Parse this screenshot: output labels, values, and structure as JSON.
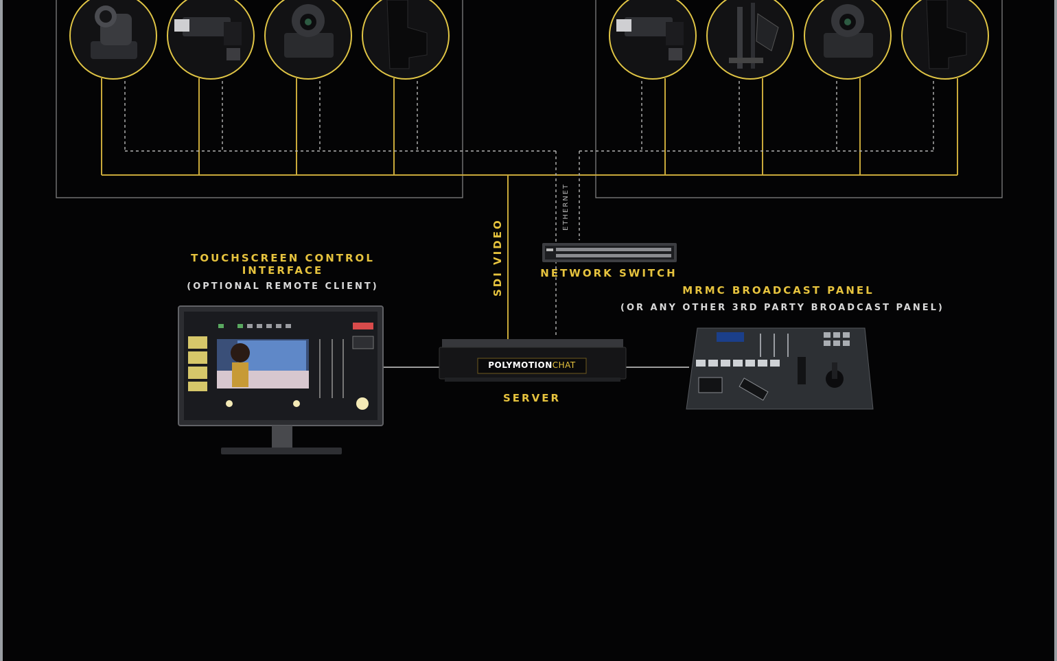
{
  "diagram": {
    "labels": {
      "touchscreen_title": "TOUCHSCREEN CONTROL INTERFACE",
      "touchscreen_subtitle": "(OPTIONAL REMOTE CLIENT)",
      "network_switch": "NETWORK SWITCH",
      "mrmc_panel_title": "MRMC BROADCAST PANEL",
      "mrmc_panel_subtitle": "(OR ANY OTHER 3RD PARTY BROADCAST PANEL)",
      "server": "SERVER",
      "server_brand_bold": "POLYMOTION",
      "server_brand_accent": "CHAT",
      "sdi_video": "SDI VIDEO",
      "ethernet": "ETHERNET"
    },
    "left_group_devices": [
      "ptz-camera-black",
      "robotic-head-camera",
      "sony-ptz-camera",
      "camera-silhouette"
    ],
    "right_group_devices": [
      "robotic-head-camera",
      "teleprompter-rig",
      "sony-ptz-camera",
      "camera-silhouette"
    ],
    "colors": {
      "background": "#040405",
      "accent_gold": "#e6c33e",
      "line_gold": "#c9a93a",
      "box_outline": "#8a8a8a",
      "dashed_line": "#b5b5b5",
      "subtitle_text": "#d9d9d9"
    }
  }
}
